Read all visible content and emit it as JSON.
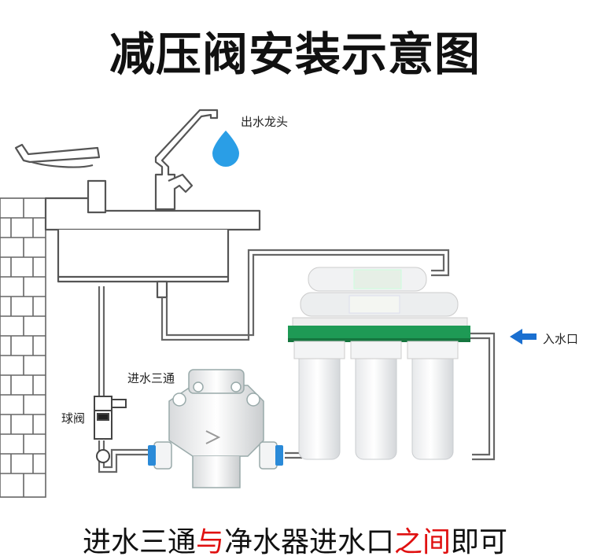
{
  "title": "减压阀安装示意图",
  "labels": {
    "faucet": "出水龙头",
    "tee": "进水三通",
    "ball_valve": "球阀",
    "inlet": "入水口"
  },
  "caption": {
    "part1": "进水三通",
    "part2": "与",
    "part3": "净水器进水口",
    "part4": "之间",
    "part5": "即可"
  },
  "colors": {
    "emphasis": "#e01010",
    "arrow": "#1a6fd0",
    "water_drop": "#2a9ee6",
    "filter_base": "#1e9a55"
  }
}
